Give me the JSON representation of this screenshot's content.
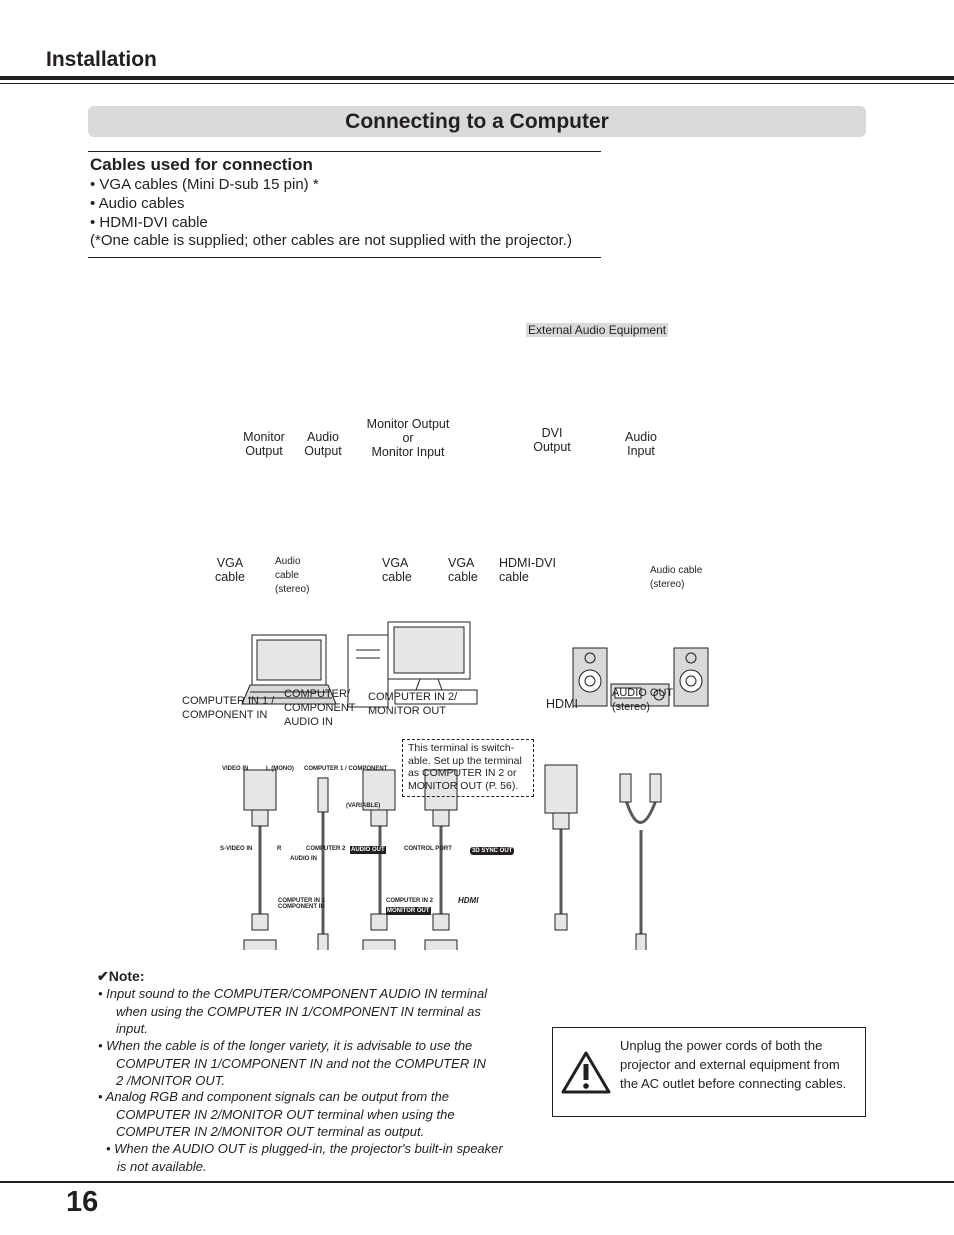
{
  "header": {
    "section_title": "Installation",
    "page_heading": "Connecting to a Computer"
  },
  "cables": {
    "heading": "Cables used for connection",
    "items": [
      "• VGA cables (Mini D-sub 15 pin) *",
      "• Audio cables",
      "• HDMI-DVI cable",
      "(*One cable is supplied; other cables are not supplied with the projector.)"
    ]
  },
  "diagram": {
    "external_audio": "External Audio Equipment",
    "monitor_output": "Monitor\nOutput",
    "audio_output": "Audio\nOutput",
    "monitor_output_or_input": "Monitor Output\nor\nMonitor Input",
    "dvi_output": "DVI\nOutput",
    "audio_input": "Audio\nInput",
    "vga_cable_1": "VGA\ncable",
    "audio_cable_stereo_1": "Audio\ncable\n(stereo)",
    "vga_cable_2": "VGA\ncable",
    "vga_cable_3": "VGA\ncable",
    "hdmi_dvi_cable": "HDMI-DVI\ncable",
    "audio_cable_stereo_2": "Audio cable\n(stereo)",
    "computer_in_1": "COMPUTER IN 1 /\nCOMPONENT IN",
    "computer_component_audio_in": "COMPUTER/\nCOMPONENT\nAUDIO IN",
    "computer_in_2": "COMPUTER IN 2/\nMONITOR OUT",
    "hdmi": "HDMI",
    "audio_out_stereo": "AUDIO OUT\n(stereo)",
    "terminal_note": "This terminal is switch-able. Set up the terminal as COMPUTER IN 2 or MONITOR OUT (P. 56).",
    "panel": {
      "video_in": "VIDEO IN",
      "l_mono": "L (MONO)",
      "computer_1_component": "COMPUTER 1 / COMPONENT",
      "variable": "(VARIABLE)",
      "s_video_in": "S-VIDEO IN",
      "r": "R",
      "computer_2": "COMPUTER 2",
      "audio_in": "AUDIO IN",
      "audio_out": "AUDIO OUT",
      "control_port": "CONTROL PORT",
      "sync_out": "3D SYNC OUT",
      "computer_in_1_component_in": "COMPUTER IN 1\nCOMPONENT IN",
      "computer_in_2_label": "COMPUTER IN 2",
      "monitor_out": "MONITOR OUT",
      "hdmi_logo": "HDMI"
    }
  },
  "notes": {
    "heading": "✔Note:",
    "items": [
      "•    Input sound to the COMPUTER/COMPONENT AUDIO IN terminal when using the COMPUTER IN 1/COMPONENT IN terminal as input.",
      "•    When the cable is of the longer variety, it is advisable to use the COMPUTER IN 1/COMPONENT IN and not the COMPUTER IN 2 /MONITOR OUT.",
      "•    Analog RGB and component signals can be output from the COMPUTER IN 2/MONITOR OUT terminal when using the COMPUTER IN 2/MONITOR OUT terminal as output.",
      "• When the AUDIO OUT is plugged-in, the projector's built-in speaker is not available."
    ]
  },
  "warning": {
    "text": "Unplug the power cords of both the projector and external equipment from the AC outlet before connecting cables."
  },
  "footer": {
    "page_number": "16"
  }
}
